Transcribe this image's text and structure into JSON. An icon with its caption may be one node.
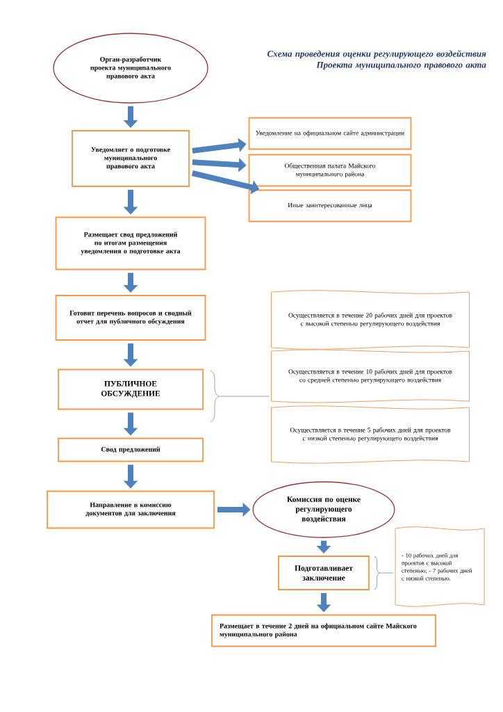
{
  "diagram": {
    "title": "Схема проведения оценки регулирующего воздействия Проекта муниципального правового акта",
    "nodes": [
      {
        "text": [
          "Орган-разработчик проекта муниципального правового акта"
        ]
      },
      {
        "text": [
          "Уведомляет о подготовке муниципального правового акта"
        ]
      },
      {
        "text": [
          "Уведомление на официальном сайте администрации"
        ]
      },
      {
        "text": [
          "Общественная палата Майского муниципального района"
        ]
      },
      {
        "text": [
          "Иные заинтересованные лица"
        ]
      },
      {
        "text": [
          "Размещает свод предложений по итогам размещения уведомления о подготовке акта"
        ]
      },
      {
        "text": [
          "Готовит перечень вопросов и сводный отчет для публичного обсуждения"
        ]
      },
      {
        "text": [
          "ПУБЛИЧНОЕ ОБСУЖДЕНИЕ"
        ]
      },
      {
        "text": [
          "Свод предложений"
        ]
      },
      {
        "text": [
          "Осуществляется в течение 20 рабочих дней для проектов с высокой степенью регулирующего воздействия"
        ]
      },
      {
        "text": [
          "Осуществляется в течение 10 рабочих дней для проектов  со средней степенью регулирующего воздействия"
        ]
      },
      {
        "text": [
          "Осуществляется в  течение 5 рабочих дней для проектов  с низкой степенью регулирующего воздействия"
        ]
      },
      {
        "text": [
          "Направление в комиссию документов для заключения"
        ]
      },
      {
        "text": [
          "Комиссия по оценке регулирующего воздействия"
        ]
      },
      {
        "text": [
          "Подготавливает заключение"
        ]
      },
      {
        "text": [
          "- 10 рабочих дней для проектов с высокой степенью; - 7 рабочих дней с низкой степенью."
        ]
      },
      {
        "text": [
          "Размещает в течение 2 дней на официальном сайте Майского муниципального района"
        ]
      }
    ],
    "edges": [
      {
        "from": 0,
        "to": 1,
        "arrow": "to"
      },
      {
        "from": 1,
        "to": 2,
        "arrow": "to"
      },
      {
        "from": 1,
        "to": 3,
        "arrow": "to"
      },
      {
        "from": 1,
        "to": 4,
        "arrow": "to"
      },
      {
        "from": 1,
        "to": 5,
        "arrow": "to"
      },
      {
        "from": 5,
        "to": 6,
        "arrow": "to"
      },
      {
        "from": 6,
        "to": 7,
        "arrow": "to"
      },
      {
        "from": 7,
        "to": 8,
        "arrow": "to"
      },
      {
        "from": 8,
        "to": 12,
        "arrow": "to"
      },
      {
        "from": 12,
        "to": 13,
        "arrow": "to"
      },
      {
        "from": 13,
        "to": 14,
        "arrow": "to"
      },
      {
        "from": 14,
        "to": 16,
        "arrow": "to"
      }
    ]
  }
}
